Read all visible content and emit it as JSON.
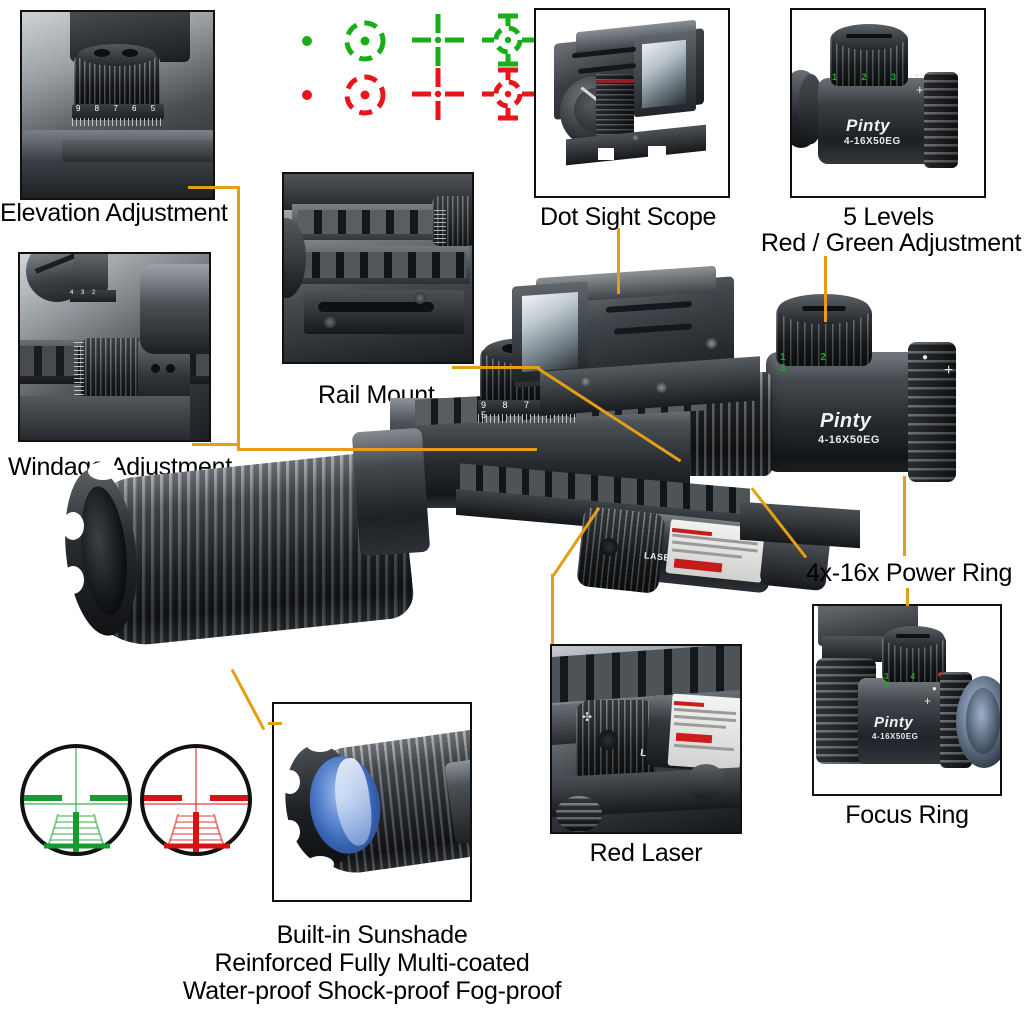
{
  "product": {
    "brand": "Pinty",
    "model": "4-16X50EG",
    "laser_text": "LASER"
  },
  "callouts": [
    {
      "id": "elevation",
      "label": "Elevation Adjustment"
    },
    {
      "id": "windage",
      "label": "Windage Adjustment"
    },
    {
      "id": "rail",
      "label": "Rail Mount"
    },
    {
      "id": "dotsight",
      "label": "Dot Sight Scope"
    },
    {
      "id": "levels",
      "label_line1": "5 Levels",
      "label_line2": "Red / Green Adjustment"
    },
    {
      "id": "power",
      "label": "4x-16x Power Ring"
    },
    {
      "id": "focus",
      "label": "Focus Ring"
    },
    {
      "id": "laser",
      "label": "Red Laser"
    },
    {
      "id": "sunshade",
      "label_line1": "Built-in Sunshade",
      "label_line2": "Reinforced Fully Multi-coated",
      "label_line3": "Water-proof Shock-proof Fog-proof"
    }
  ],
  "reticle_icons": {
    "rows": [
      {
        "color_name": "green",
        "color": "#19AE19",
        "patterns": [
          "dot",
          "dot-in-dashed-circle",
          "crosshair",
          "crosshair-circle"
        ]
      },
      {
        "color_name": "red",
        "color": "#E8151B",
        "patterns": [
          "dot",
          "dot-in-dashed-circle",
          "crosshair",
          "crosshair-circle"
        ]
      }
    ]
  },
  "reticle_views": [
    {
      "color_name": "green",
      "color": "#159B2E"
    },
    {
      "color_name": "red",
      "color": "#D81212"
    }
  ],
  "colors": {
    "connector": "#E3A014",
    "frame": "#111111",
    "text": "#000000",
    "background": "#FFFFFF",
    "green": "#19AE19",
    "red": "#E8151B",
    "lens_blue": "#4E7FD0"
  },
  "panels": [
    {
      "id": "elevation",
      "caption": "Elevation Adjustment"
    },
    {
      "id": "windage",
      "caption": "Windage Adjustment"
    },
    {
      "id": "rail",
      "caption": "Rail Mount"
    },
    {
      "id": "dotsight",
      "caption": "Dot Sight Scope"
    },
    {
      "id": "levels",
      "caption": "5 Levels Red / Green Adjustment"
    },
    {
      "id": "focus",
      "caption": "Focus Ring"
    },
    {
      "id": "laser",
      "caption": "Red Laser"
    },
    {
      "id": "sunshade",
      "caption": "Built-in Sunshade"
    }
  ]
}
